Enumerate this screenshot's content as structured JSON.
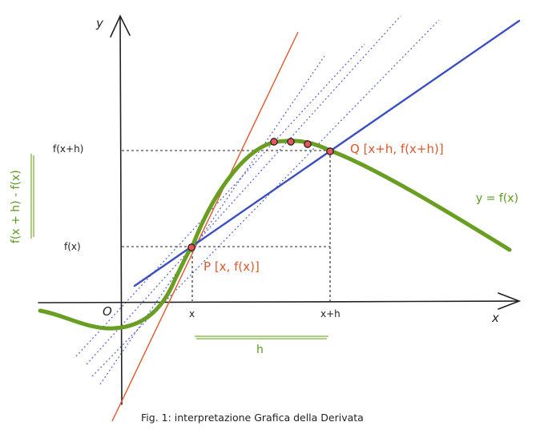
{
  "diagram": {
    "axis_labels": {
      "x": "x",
      "y": "y",
      "origin": "O"
    },
    "tick_labels": {
      "x1": "x",
      "x2": "x+h",
      "y1": "f(x)",
      "y2": "f(x+h)"
    },
    "points": {
      "p": "P [x, f(x)]",
      "q": "Q [x+h, f(x+h)]"
    },
    "curve_label": "y = f(x)",
    "vertical_label": "f(x + h) - f(x)",
    "h_label": "h",
    "caption": "Fig. 1: interpretazione Grafica della Derivata"
  },
  "colors": {
    "curve": "#6a9e22",
    "secant": "#3b4fc4",
    "tangent": "#e0572a",
    "dotted_secants": "#5563c8",
    "point_fill": "#e8565a",
    "guides": "#222222"
  }
}
